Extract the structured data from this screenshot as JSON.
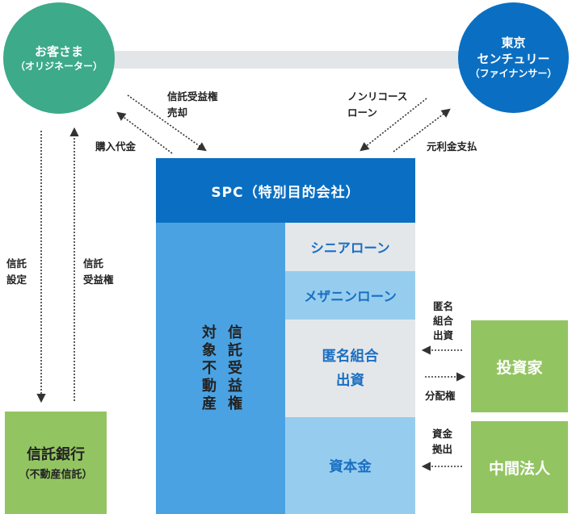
{
  "nodes": {
    "customer": {
      "line1": "お客さま",
      "line2": "（オリジネーター）",
      "color": "#3daa8a"
    },
    "tokyo_century": {
      "line1": "東京",
      "line2": "センチュリー",
      "line3": "（ファイナンサー）",
      "color": "#0a6fc2"
    },
    "trust_bank": {
      "line1": "信託銀行",
      "line2": "（不動産信託）",
      "color": "#93c462"
    },
    "investor": {
      "label": "投資家",
      "color": "#93c462"
    },
    "intermediary": {
      "label": "中間法人",
      "color": "#93c462"
    },
    "spc": {
      "label": "SPC（特別目的会社）",
      "color": "#0a6fc2"
    },
    "trust_asset": {
      "col1": "信託受益権",
      "col2": "対象不動産",
      "color": "#4aa2e2"
    }
  },
  "tranches": [
    {
      "label": "シニアローン",
      "color": "#e4e7ea",
      "text_color": "#1a6fc2"
    },
    {
      "label": "メザニンローン",
      "color": "#96cdef",
      "text_color": "#1a6fc2"
    },
    {
      "label": "匿名組合出資",
      "line1": "匿名組合",
      "line2": "出資",
      "color": "#e4e7ea",
      "text_color": "#1a6fc2"
    },
    {
      "label": "資本金",
      "color": "#96cdef",
      "text_color": "#1a6fc2"
    }
  ],
  "flows": {
    "sale": {
      "line1": "信託受益権",
      "line2": "売却"
    },
    "purchase": "購入代金",
    "nonrecourse": {
      "line1": "ノンリコース",
      "line2": "ローン"
    },
    "repayment": "元利金支払",
    "trust_setting": {
      "line1": "信託",
      "line2": "設定"
    },
    "beneficiary": {
      "line1": "信託",
      "line2": "受益権"
    },
    "silent_partnership": {
      "line1": "匿名",
      "line2": "組合",
      "line3": "出資"
    },
    "distribution": "分配権",
    "funding": {
      "line1": "資金",
      "line2": "拠出"
    }
  },
  "colors": {
    "connector": "#e2e6e9",
    "arrow": "#333333"
  }
}
